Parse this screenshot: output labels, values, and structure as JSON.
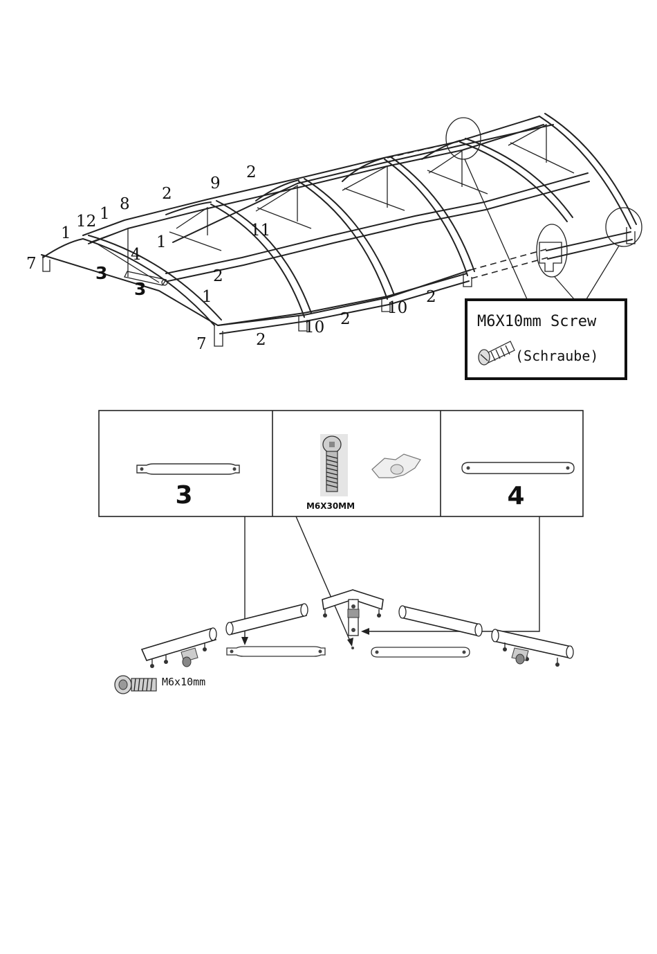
{
  "frame_labels": [
    {
      "id": "l-7-left",
      "text": "7"
    },
    {
      "id": "l-1-a",
      "text": "1"
    },
    {
      "id": "l-12",
      "text": "12"
    },
    {
      "id": "l-1-b",
      "text": "1"
    },
    {
      "id": "l-8",
      "text": "8"
    },
    {
      "id": "l-2-a",
      "text": "2"
    },
    {
      "id": "l-9",
      "text": "9"
    },
    {
      "id": "l-2-b",
      "text": "2"
    },
    {
      "id": "l-4",
      "text": "4"
    },
    {
      "id": "l-1-c",
      "text": "1"
    },
    {
      "id": "l-11",
      "text": "11"
    },
    {
      "id": "l-3-a",
      "text": "3"
    },
    {
      "id": "l-3-b",
      "text": "3"
    },
    {
      "id": "l-2-c",
      "text": "2"
    },
    {
      "id": "l-1-d",
      "text": "1"
    },
    {
      "id": "l-7-bottom",
      "text": "7"
    },
    {
      "id": "l-2-d",
      "text": "2"
    },
    {
      "id": "l-10-a",
      "text": "10"
    },
    {
      "id": "l-2-e",
      "text": "2"
    },
    {
      "id": "l-10-b",
      "text": "10"
    },
    {
      "id": "l-2-f",
      "text": "2"
    }
  ],
  "screw_callout": {
    "title": "M6X10mm Screw",
    "subtitle": "(Schraube)"
  },
  "parts_table": {
    "cell_left_label": "3",
    "cell_middle_label": "M6X30MM",
    "cell_right_label": "4"
  },
  "detail": {
    "screw_label": "M6x10mm"
  }
}
